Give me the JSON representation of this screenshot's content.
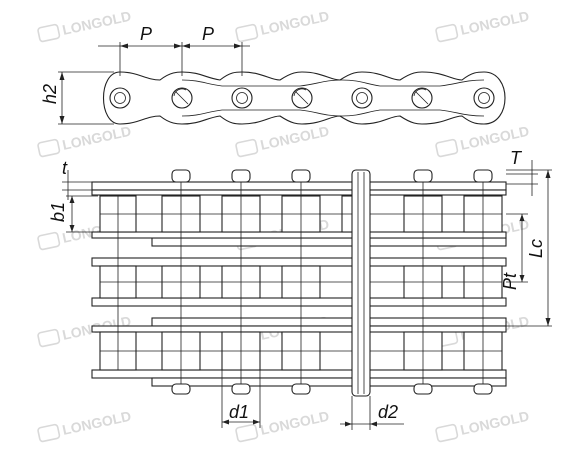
{
  "labels": {
    "pitch": "P",
    "plate_height": "h2",
    "plate_thickness": "t",
    "inner_width": "b1",
    "pin_end": "T",
    "transverse_pitch": "Pt",
    "overall_length": "Lc",
    "roller_diameter": "d1",
    "pin_diameter": "d2"
  },
  "watermark": {
    "brand": "LONGOLD"
  }
}
